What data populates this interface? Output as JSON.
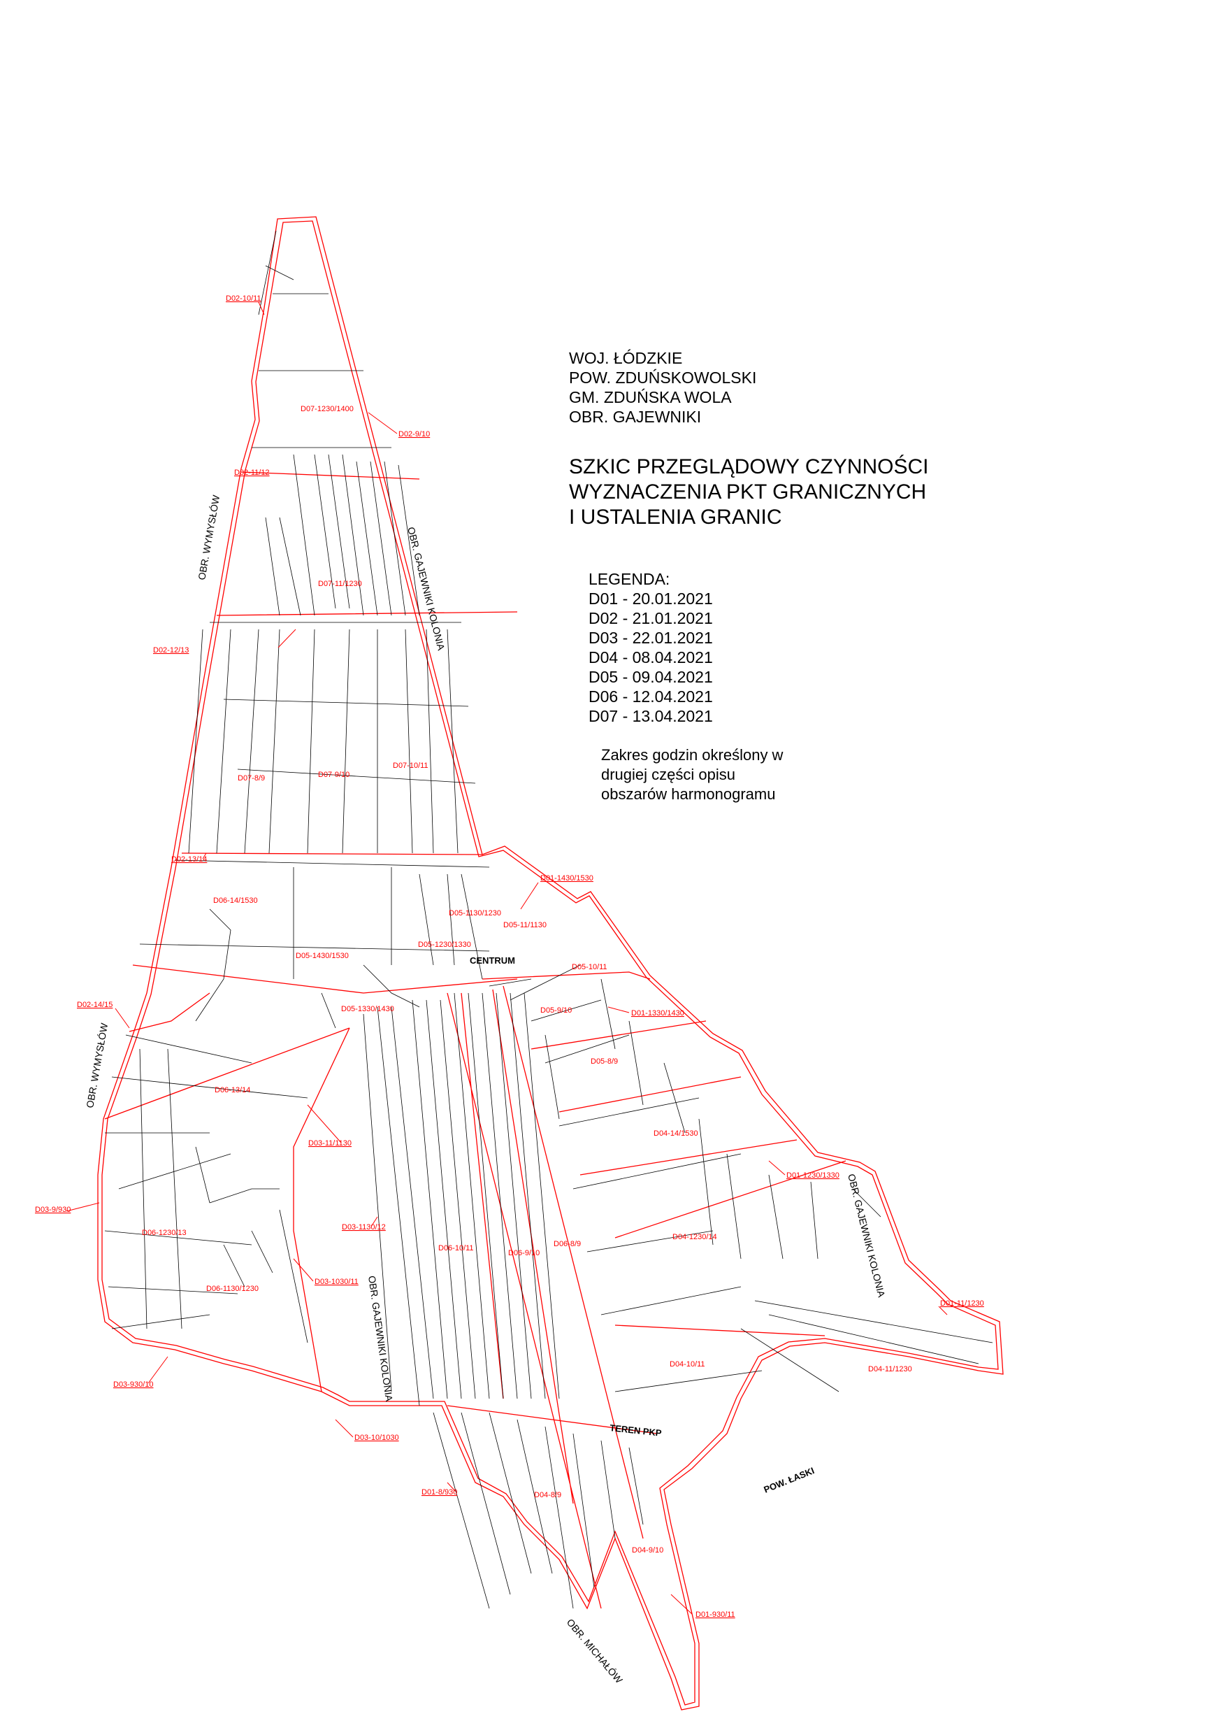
{
  "header": {
    "admin": [
      "WOJ. ŁÓDZKIE",
      "POW. ZDUŃSKOWOLSKI",
      "GM. ZDUŃSKA WOLA",
      "OBR. GAJEWNIKI"
    ],
    "title": [
      "SZKIC PRZEGLĄDOWY CZYNNOŚCI",
      "WYZNACZENIA PKT GRANICZNYCH",
      "I USTALENIA GRANIC"
    ]
  },
  "legend": {
    "title": "LEGENDA:",
    "items": [
      "D01 - 20.01.2021",
      "D02 - 21.01.2021",
      "D03 - 22.01.2021",
      "D04 - 08.04.2021",
      "D05 - 09.04.2021",
      "D06 - 12.04.2021",
      "D07 - 13.04.2021"
    ],
    "note": [
      "Zakres godzin określony w",
      "drugiej części opisu",
      "obszarów harmonogramu"
    ]
  },
  "map": {
    "colors": {
      "boundary": "#ff0000",
      "parcel": "#000000",
      "area_label": "#ff0000"
    },
    "area_labels": {
      "d07_1230_1400": "D07-1230/1400",
      "d07_11_1230": "D07-11/1230",
      "d07_8_9": "D07-8/9",
      "d07_9_10": "D07-9/10",
      "d07_10_11": "D07-10/11",
      "d06_14_1530": "D06-14/1530",
      "d05_1130_1230": "D05-1130/1230",
      "d05_11_1130": "D05-11/1130",
      "d05_1230_1330": "D05-1230/1330",
      "d05_1430_1530": "D05-1430/1530",
      "d05_10_11": "D05-10/11",
      "d05_1330_1430": "D05-1330/1430",
      "d05_9_10": "D05-9/10",
      "d05_8_9": "D05-8/9",
      "d06_13_14": "D06-13/14",
      "d04_14_1530": "D04-14/1530",
      "d06_1230_13": "D06-1230/13",
      "d06_1130_1230": "D06-1130/1230",
      "d06_10_11": "D06-10/11",
      "d06_9_10": "D06-9/10",
      "d06_8_9": "D06-8/9",
      "d04_1230_14": "D04-1230/14",
      "d04_10_11": "D04-10/11",
      "d04_11_1230": "D04-11/1230",
      "d04_8_9": "D04-8/9",
      "d04_9_10": "D04-9/10"
    },
    "boundary_labels": {
      "d02_10_11": "D02-10/11",
      "d02_9_10": "D02-9/10",
      "d02_11_12": "D02-11/12",
      "d02_12_13": "D02-12/13",
      "d02_13_14": "D02-13/14",
      "d01_1430_1530": "D01-1430/1530",
      "d01_1330_1430": "D01-1330/1430",
      "d02_14_15": "D02-14/15",
      "d03_11_1130": "D03-11/1130",
      "d01_1230_1330": "D01-1230/1330",
      "d03_9_930": "D03-9/930",
      "d03_1130_12": "D03-1130/12",
      "d03_1030_11": "D03-1030/11",
      "d01_11_1230": "D01-11/1230",
      "d03_930_10": "D03-930/10",
      "d03_10_1030": "D03-10/1030",
      "d01_8_930": "D01-8/930",
      "d01_930_11": "D01-930/11"
    },
    "places": {
      "centrum": "CENTRUM",
      "teren_pkp": "TEREN PKP",
      "pow_laski": "POW. ŁASKI"
    },
    "neighbours": {
      "wymyslow_upper": "OBR. WYMYSŁÓW",
      "wymyslow_lower": "OBR. WYMYSŁÓW",
      "gajewniki_kolonia_upper": "OBR. GAJEWNIKI KOLONIA",
      "gajewniki_kolonia_lower": "OBR. GAJEWNIKI KOLONIA",
      "gajewniki_kolonia_right": "OBR. GAJEWNIKI KOLONIA",
      "michalow": "OBR. MICHAŁÓW"
    }
  }
}
